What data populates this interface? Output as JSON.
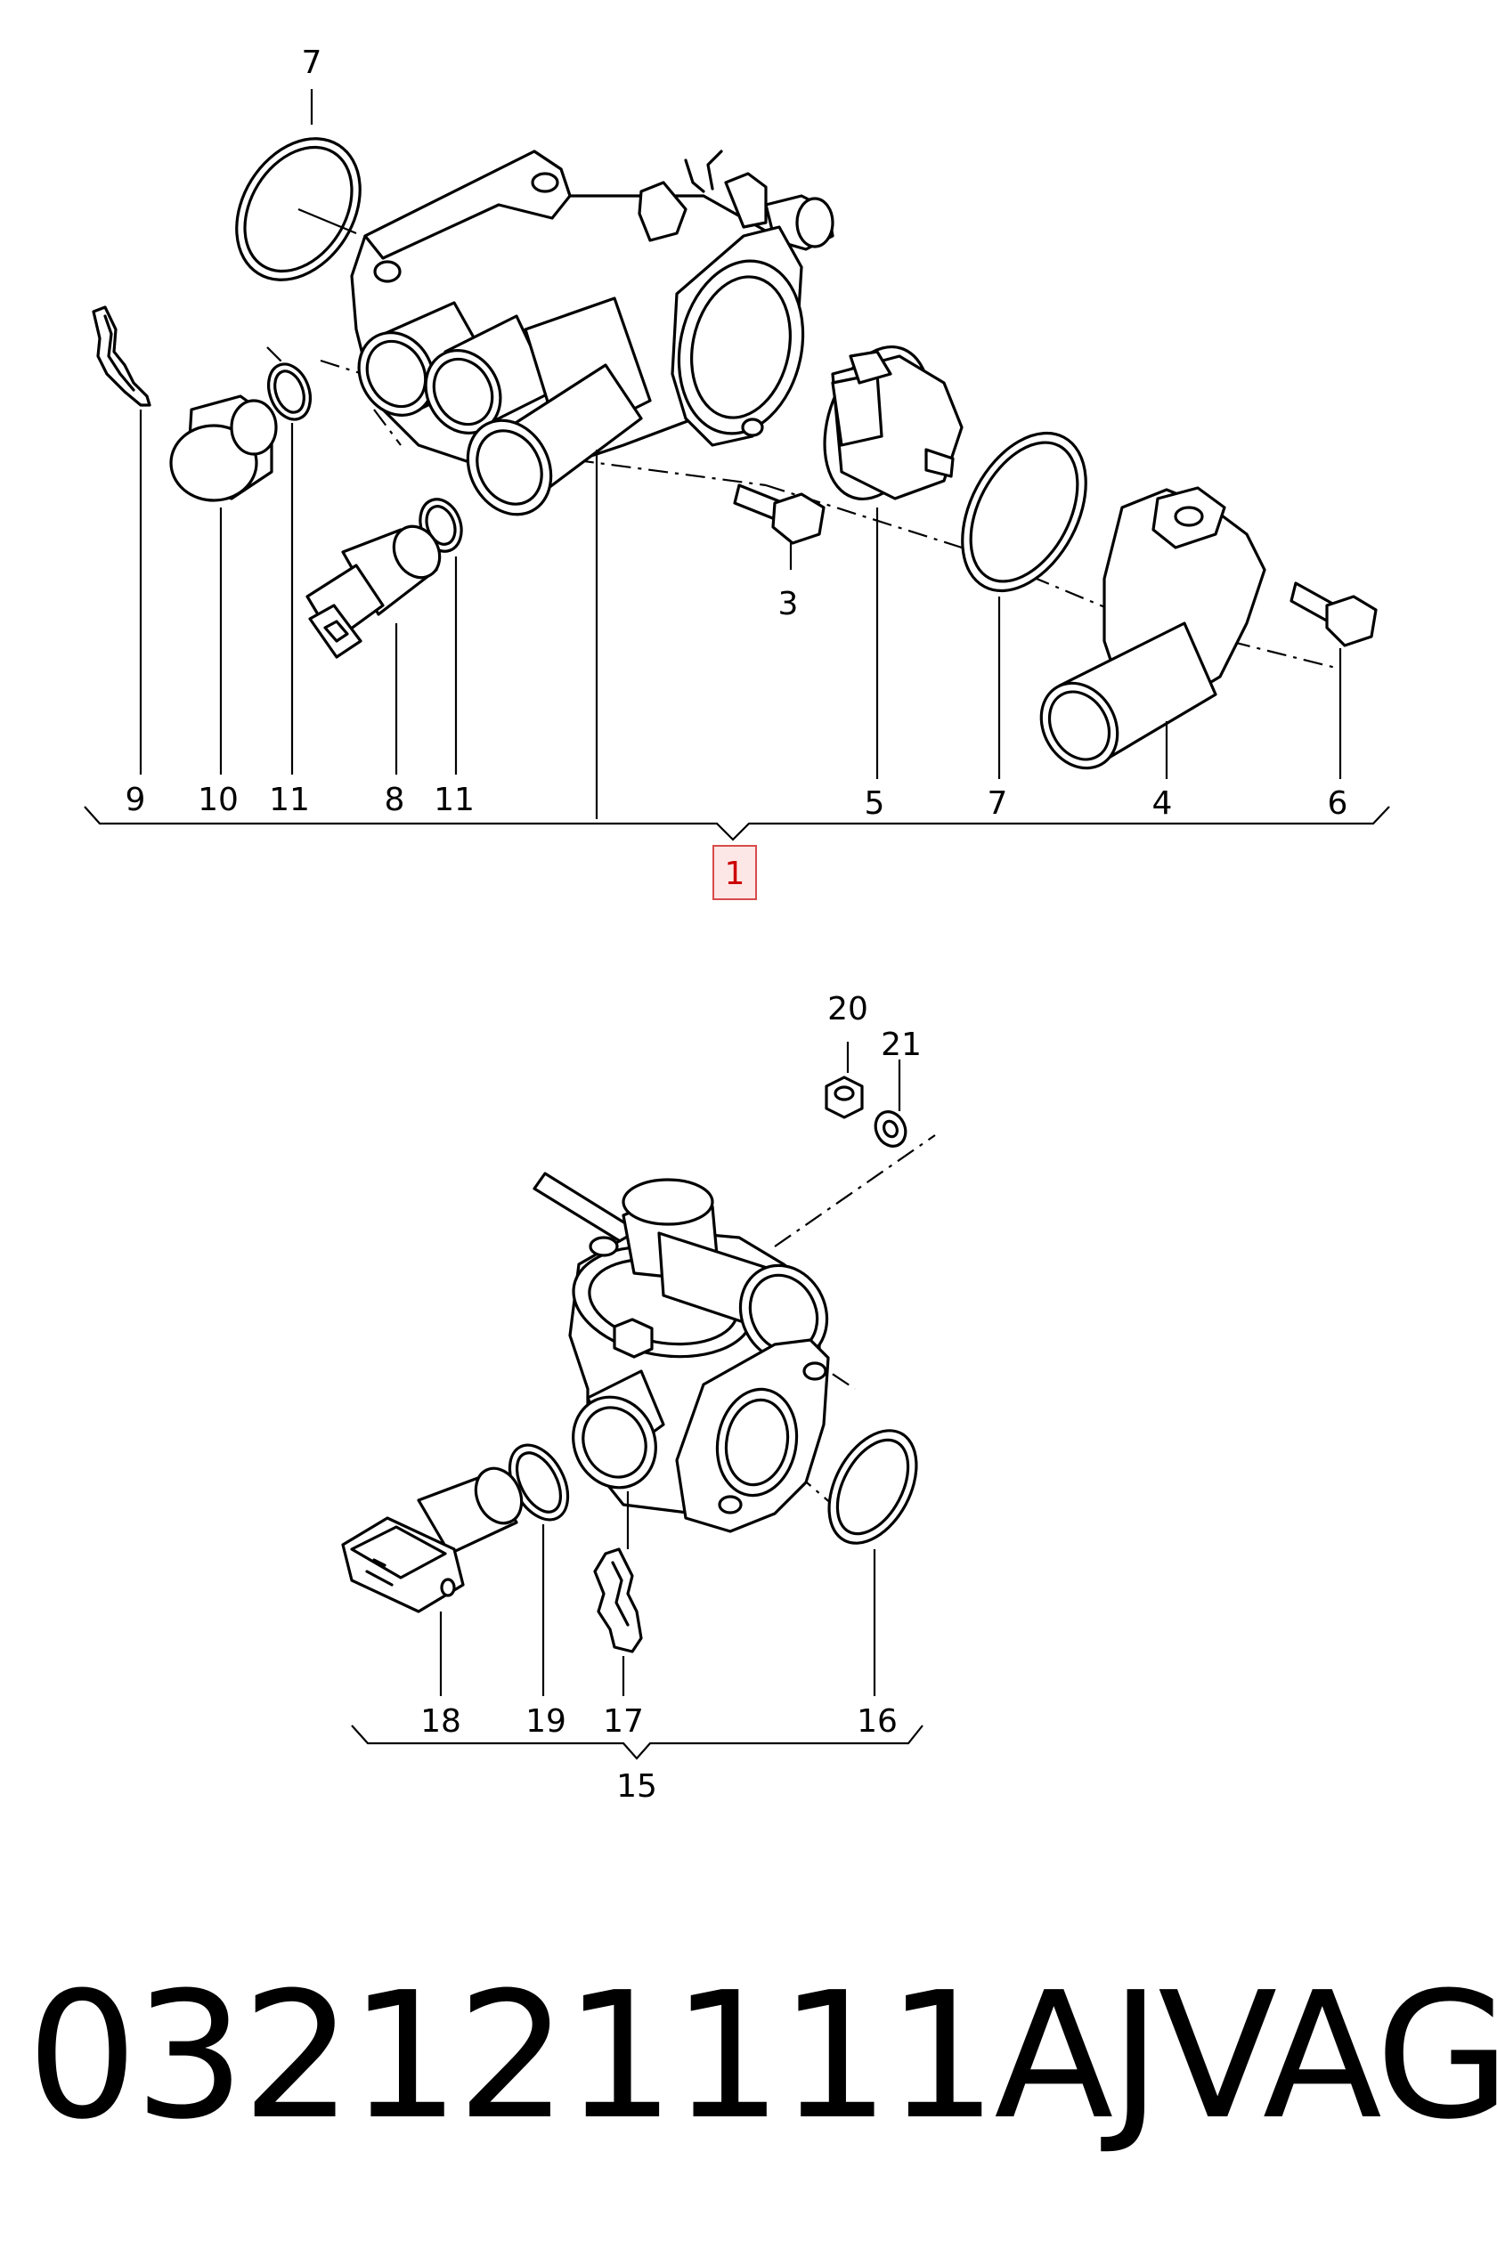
{
  "upper_assembly": {
    "labels": {
      "l7a": "7",
      "l9": "9",
      "l10": "10",
      "l11a": "11",
      "l8": "8",
      "l11b": "11",
      "l3": "3",
      "l5": "5",
      "l7b": "7",
      "l4": "4",
      "l6": "6"
    },
    "group_label": "1",
    "highlight_color": "#d84a4a"
  },
  "lower_assembly": {
    "labels": {
      "l20": "20",
      "l21": "21",
      "l18": "18",
      "l19": "19",
      "l17": "17",
      "l16": "16"
    },
    "group_label": "15"
  },
  "footer": {
    "part_number": "032121111AJ",
    "brand": "VAG"
  }
}
